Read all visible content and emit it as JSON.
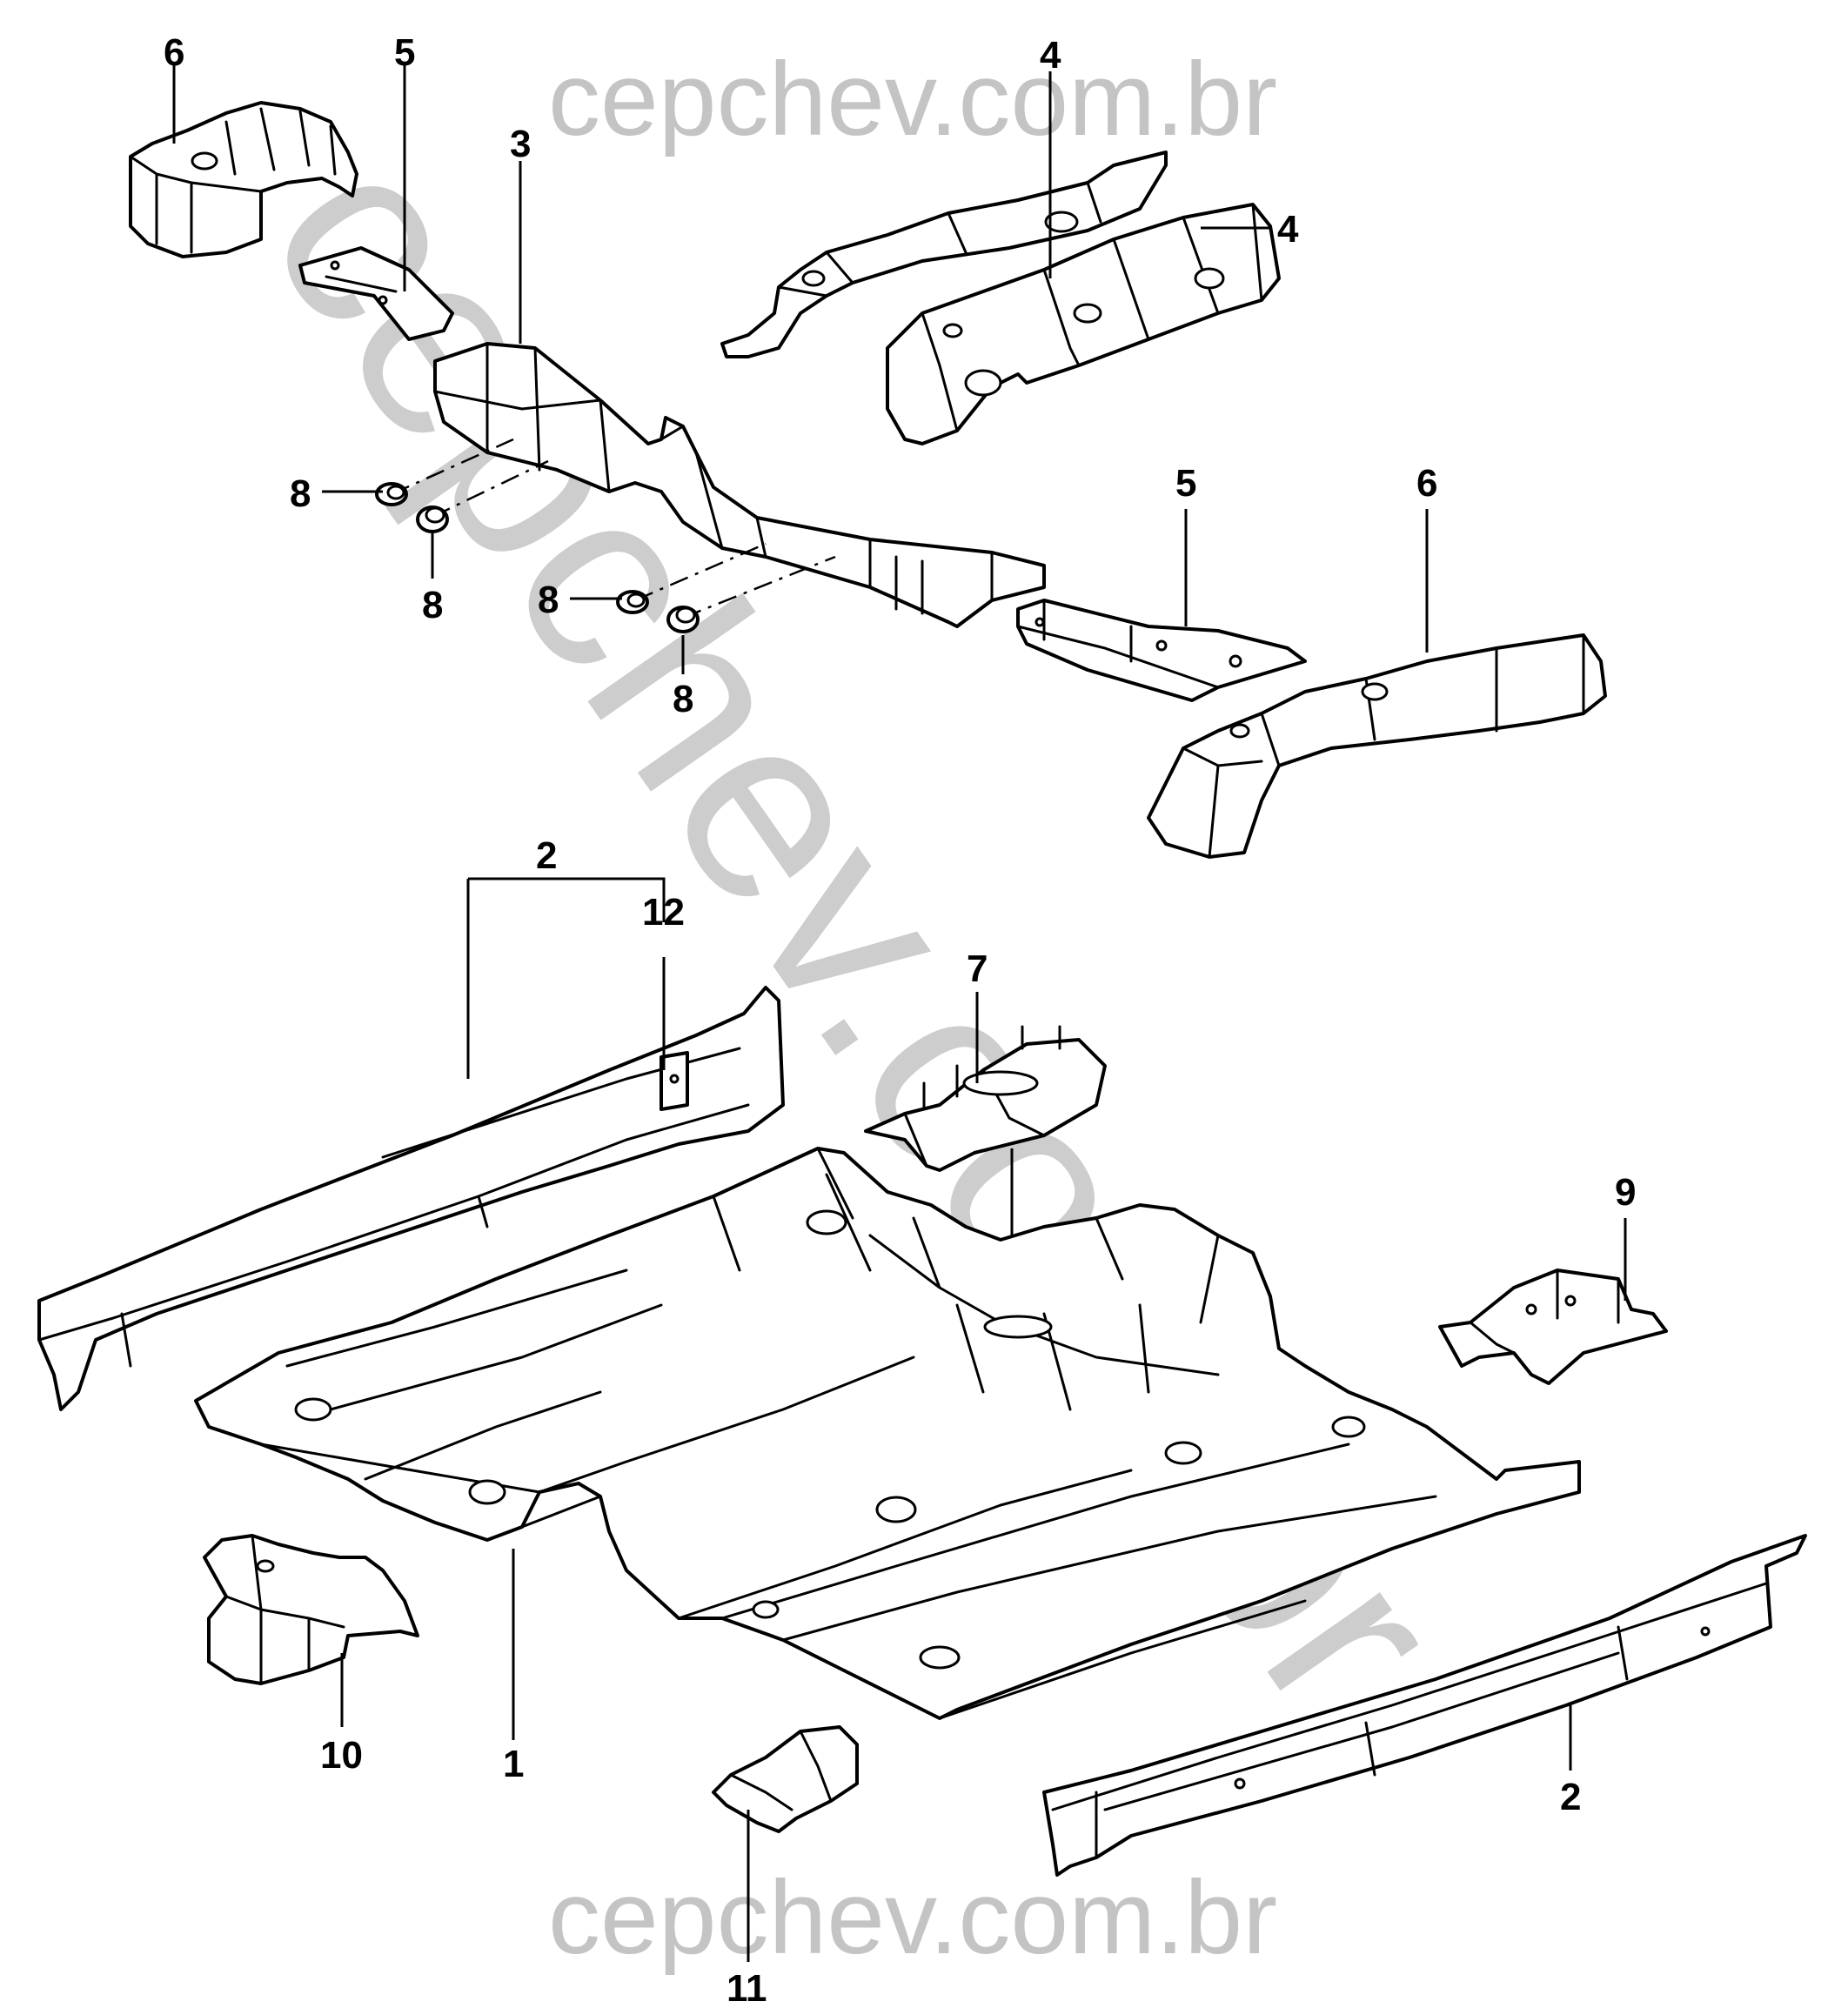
{
  "watermark": {
    "small_text": "cepchev.com.br",
    "big_text": "cepchev.com.br",
    "color": "#c4c4c4"
  },
  "colors": {
    "line": "#000000",
    "background": "#ffffff"
  },
  "callouts": [
    {
      "id": "c6-top",
      "label": "6"
    },
    {
      "id": "c5-top",
      "label": "5"
    },
    {
      "id": "c3",
      "label": "3"
    },
    {
      "id": "c4-top",
      "label": "4"
    },
    {
      "id": "c4-right",
      "label": "4"
    },
    {
      "id": "c8-a",
      "label": "8"
    },
    {
      "id": "c8-b",
      "label": "8"
    },
    {
      "id": "c8-c",
      "label": "8"
    },
    {
      "id": "c8-d",
      "label": "8"
    },
    {
      "id": "c5-mid",
      "label": "5"
    },
    {
      "id": "c6-mid",
      "label": "6"
    },
    {
      "id": "c2-top",
      "label": "2"
    },
    {
      "id": "c12",
      "label": "12"
    },
    {
      "id": "c7",
      "label": "7"
    },
    {
      "id": "c9",
      "label": "9"
    },
    {
      "id": "c10",
      "label": "10"
    },
    {
      "id": "c1",
      "label": "1"
    },
    {
      "id": "c2-bottom",
      "label": "2"
    },
    {
      "id": "c11",
      "label": "11"
    }
  ]
}
